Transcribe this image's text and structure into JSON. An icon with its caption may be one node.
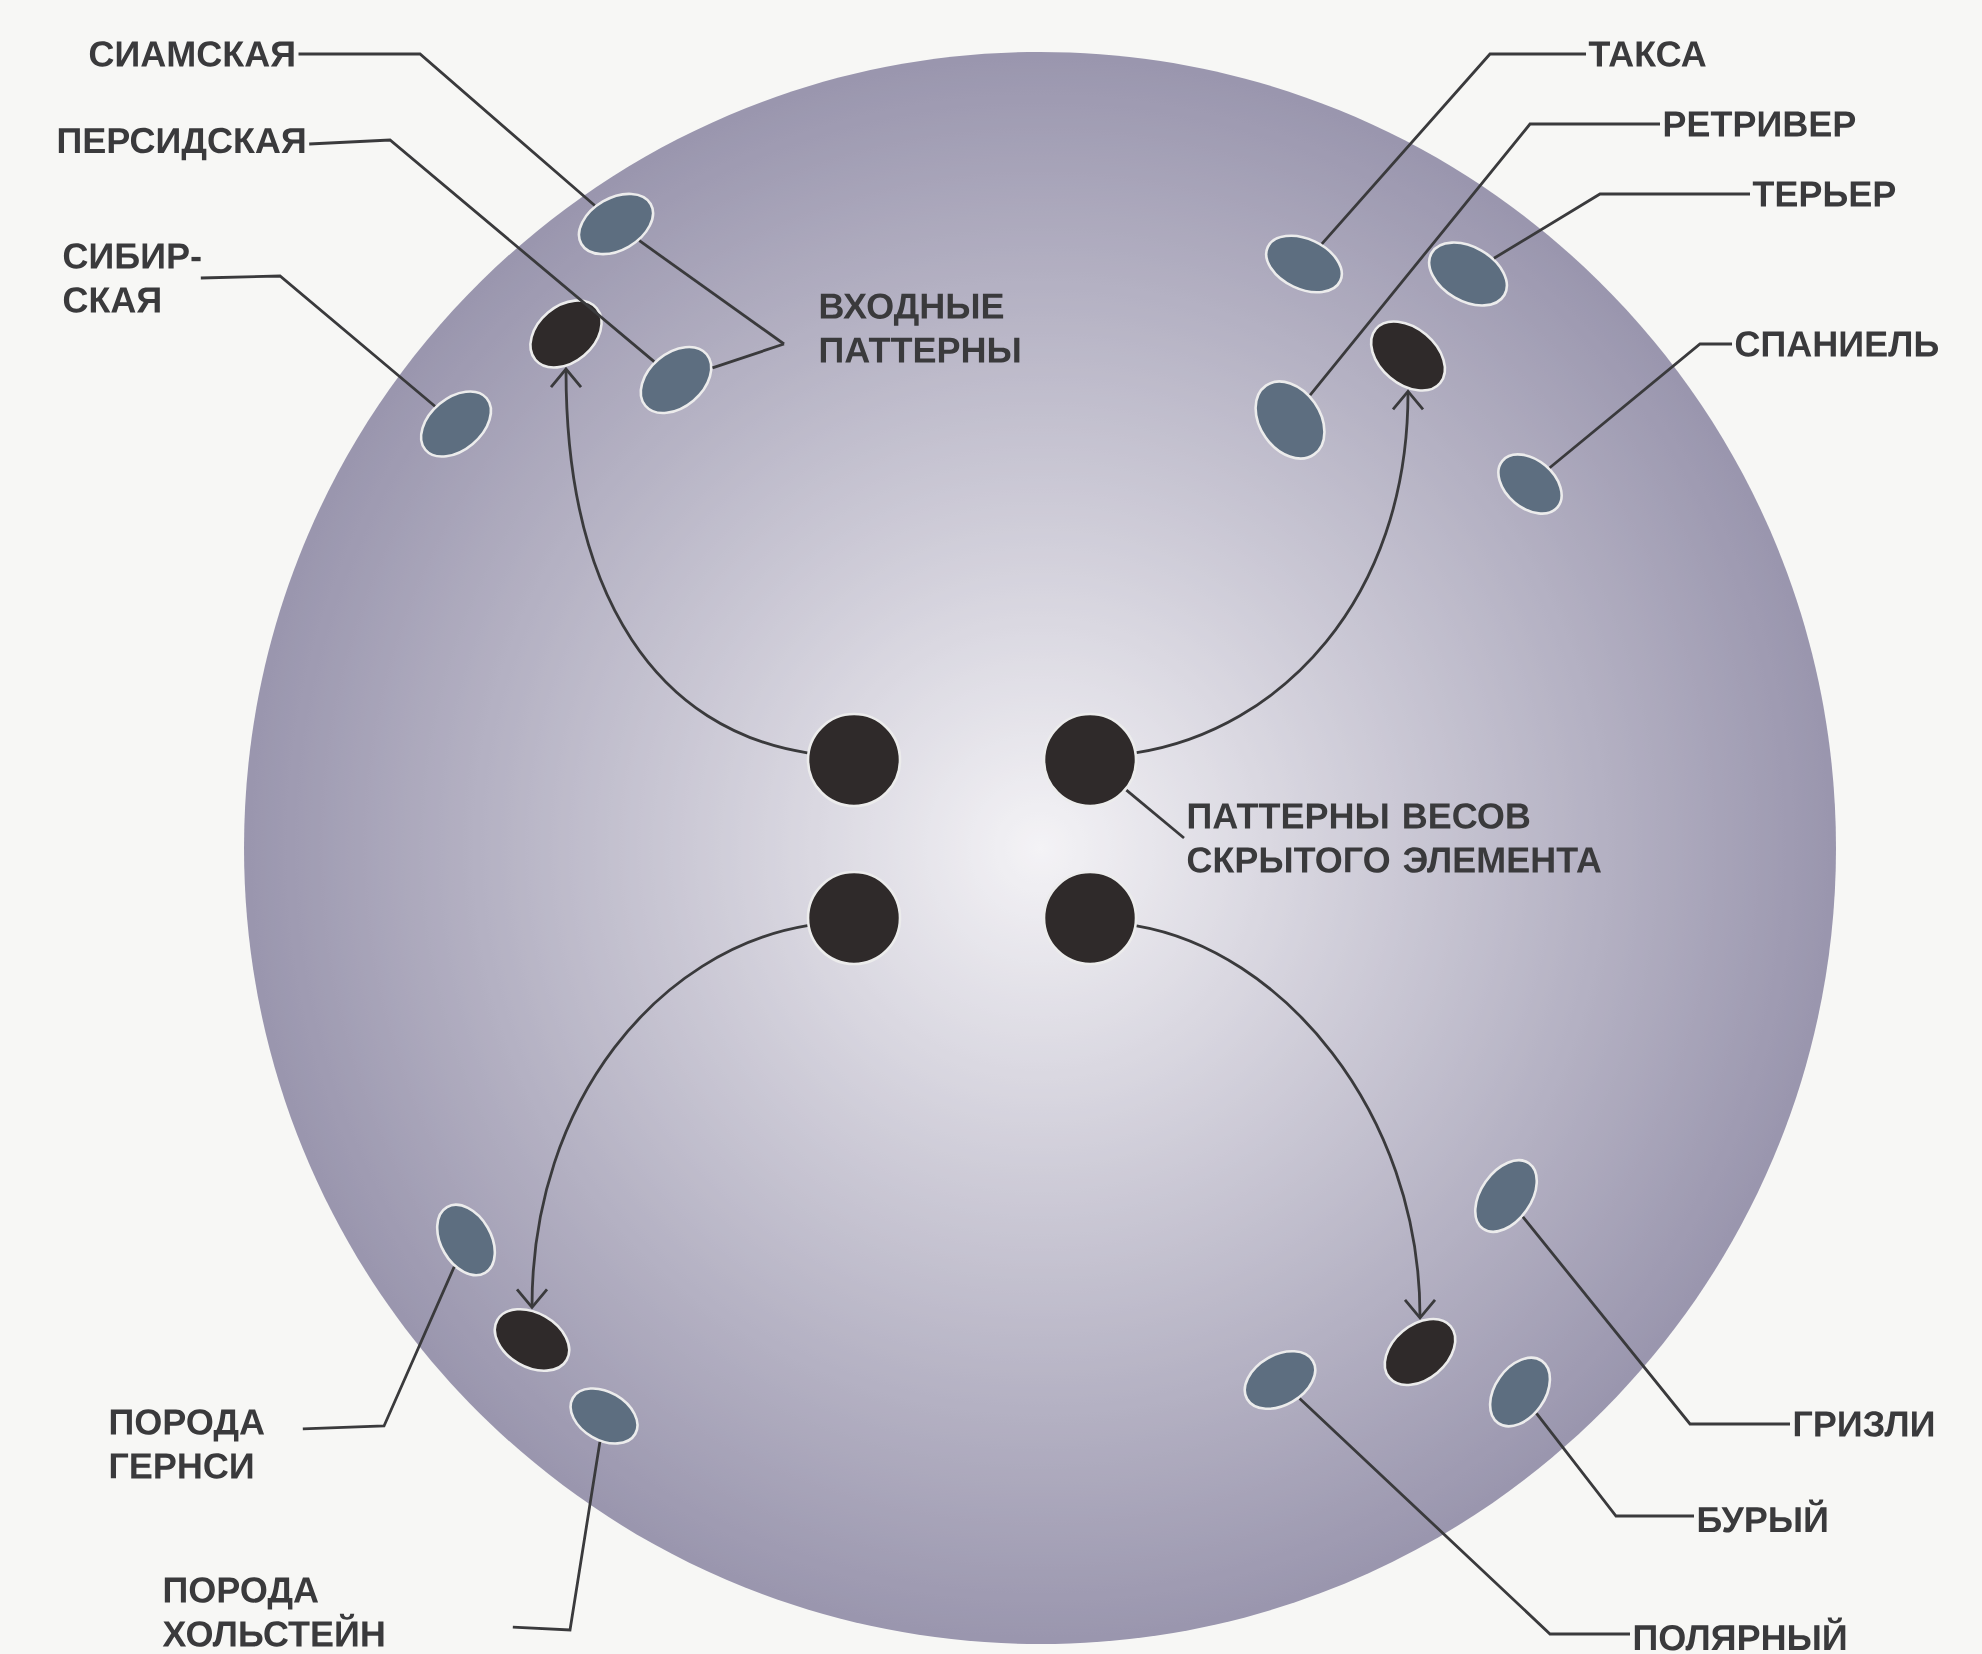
{
  "diagram": {
    "nodes": [
      {
        "text": [
          "СИАМСКАЯ"
        ]
      },
      {
        "text": [
          "ПЕРСИДСКАЯ"
        ]
      },
      {
        "text": [
          "СИБИР- СКАЯ"
        ]
      },
      {
        "text": [
          "ВХОДНЫЕ ПАТТЕРНЫ"
        ]
      },
      {
        "text": [
          "ТАКСА"
        ]
      },
      {
        "text": [
          "РЕТРИВЕР"
        ]
      },
      {
        "text": [
          "ТЕРЬЕР"
        ]
      },
      {
        "text": [
          "СПАНИЕЛЬ"
        ]
      },
      {
        "text": [
          "ПАТТЕРНЫ ВЕСОВ СКРЫТОГО ЭЛЕМЕНТА"
        ]
      },
      {
        "text": [
          "ПОРОДА ГЕРНСИ"
        ]
      },
      {
        "text": [
          "ПОРОДА ХОЛЬСТЕЙН"
        ]
      },
      {
        "text": [
          "ГРИЗЛИ"
        ]
      },
      {
        "text": [
          "БУРЫЙ"
        ]
      },
      {
        "text": [
          "ПОЛЯРНЫЙ"
        ]
      },
      {
        "text": [],
        "shape": "ellipse"
      },
      {
        "text": [],
        "shape": "ellipse"
      },
      {
        "text": [],
        "shape": "ellipse"
      },
      {
        "text": [],
        "shape": "ellipse"
      },
      {
        "text": [],
        "shape": "ellipse"
      },
      {
        "text": [],
        "shape": "ellipse"
      },
      {
        "text": [],
        "shape": "ellipse"
      },
      {
        "text": [],
        "shape": "ellipse"
      },
      {
        "text": [],
        "shape": "ellipse"
      },
      {
        "text": [],
        "shape": "circle"
      },
      {
        "text": [],
        "shape": "circle"
      },
      {
        "text": [],
        "shape": "circle"
      },
      {
        "text": [],
        "shape": "circle"
      },
      {
        "text": [],
        "shape": "ellipse"
      },
      {
        "text": [],
        "shape": "ellipse"
      },
      {
        "text": [],
        "shape": "ellipse"
      },
      {
        "text": [],
        "shape": "ellipse"
      },
      {
        "text": [],
        "shape": "ellipse"
      },
      {
        "text": [],
        "shape": "ellipse"
      },
      {
        "text": [],
        "shape": "ellipse"
      }
    ],
    "edges": [
      {
        "from": 0,
        "to": 14,
        "arrow": "none"
      },
      {
        "from": 1,
        "to": 16,
        "arrow": "none"
      },
      {
        "from": 2,
        "to": 17,
        "arrow": "none"
      },
      {
        "from": 3,
        "to": 14,
        "arrow": "none"
      },
      {
        "from": 3,
        "to": 16,
        "arrow": "none"
      },
      {
        "from": 4,
        "to": 18,
        "arrow": "none"
      },
      {
        "from": 5,
        "to": 21,
        "arrow": "none"
      },
      {
        "from": 6,
        "to": 19,
        "arrow": "none"
      },
      {
        "from": 7,
        "to": 22,
        "arrow": "none"
      },
      {
        "from": 8,
        "to": 24,
        "arrow": "none"
      },
      {
        "from": 9,
        "to": 27,
        "arrow": "none"
      },
      {
        "from": 10,
        "to": 29,
        "arrow": "none"
      },
      {
        "from": 11,
        "to": 30,
        "arrow": "none"
      },
      {
        "from": 12,
        "to": 33,
        "arrow": "none"
      },
      {
        "from": 13,
        "to": 31,
        "arrow": "none"
      },
      {
        "from": 23,
        "to": 15,
        "arrow": "to"
      },
      {
        "from": 24,
        "to": 20,
        "arrow": "to"
      },
      {
        "from": 25,
        "to": 28,
        "arrow": "to"
      },
      {
        "from": 26,
        "to": 32,
        "arrow": "to"
      }
    ]
  }
}
